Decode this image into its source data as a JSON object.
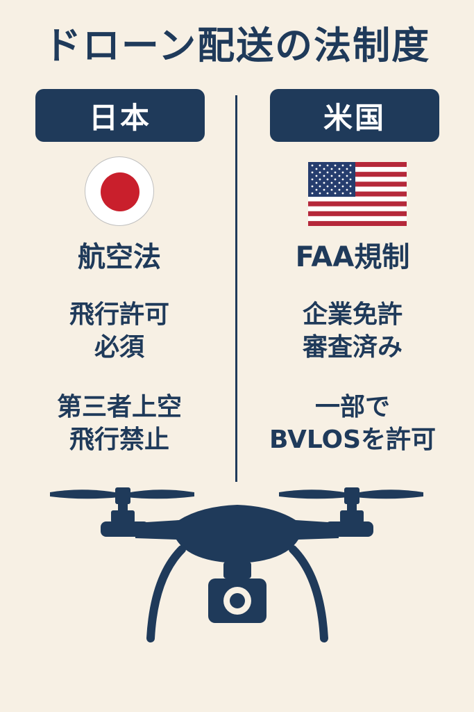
{
  "title": "ドローン配送の法制度",
  "japan": {
    "label": "日本",
    "law": "航空法",
    "rule1_line1": "飛行許可",
    "rule1_line2": "必須",
    "rule2_line1": "第三者上空",
    "rule2_line2": "飛行禁止"
  },
  "usa": {
    "label": "米国",
    "law": "FAA規制",
    "rule1_line1": "企業免許",
    "rule1_line2": "審査済み",
    "rule2_line1": "一部で",
    "rule2_line2": "BVLOSを許可"
  },
  "icons": {
    "japan_flag": "japan-flag-icon",
    "us_flag": "us-flag-icon",
    "drone": "drone-icon"
  },
  "colors": {
    "navy": "#1f3a5a",
    "background": "#f7f0e4",
    "red": "#c91f2c",
    "flag_blue": "#263d6e",
    "flag_red": "#b5283a"
  }
}
